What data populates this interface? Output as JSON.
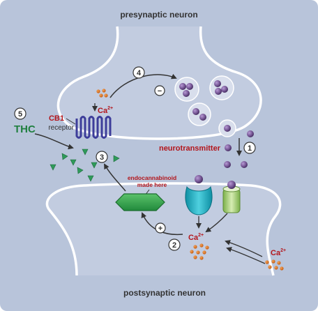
{
  "labels": {
    "presynaptic": "presynaptic neuron",
    "postsynaptic": "postsynaptic neuron",
    "cb1": "CB1",
    "receptor": "receptor",
    "thc": "THC",
    "neurotransmitter": "neurotransmitter",
    "endocannabinoid_line1": "endocannabinoid",
    "endocannabinoid_line2": "made here",
    "ca_pre": "Ca",
    "ca_post": "Ca",
    "ca_influx": "Ca",
    "charge": "2+"
  },
  "steps": {
    "s1": "1",
    "s2": "2",
    "s3": "3",
    "s4": "4",
    "s5": "5"
  },
  "signs": {
    "minus": "−",
    "plus": "+"
  },
  "colors": {
    "background": "#b8c4da",
    "neuron_fill": "#bcc7dc",
    "label_red": "#b3151b",
    "thc_green": "#1f7f3f",
    "thc_triangle": "#2f9a5a",
    "vesicle_purple": "#7b5b9a",
    "calcium_orange": "#e07a27",
    "receptor_teal": "#1aa5b8",
    "channel_green": "#9cc86a",
    "cb1_blue": "#3d3d9a"
  }
}
